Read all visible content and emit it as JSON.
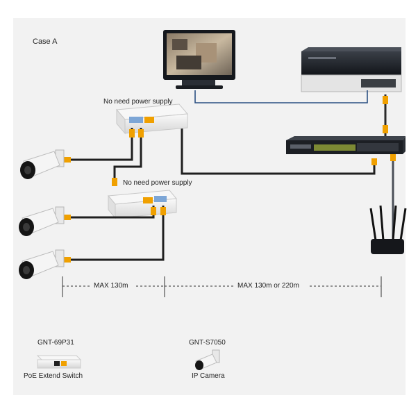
{
  "case_label": "Case A",
  "no_power_label_1": "No need power supply",
  "no_power_label_2": "No need power supply",
  "dim_left": "MAX 130m",
  "dim_right": "MAX  130m or 220m",
  "legend": {
    "switch_model": "GNT-69P31",
    "switch_name": "PoE Extend Switch",
    "camera_model": "GNT-S7050",
    "camera_name": "IP Camera"
  }
}
